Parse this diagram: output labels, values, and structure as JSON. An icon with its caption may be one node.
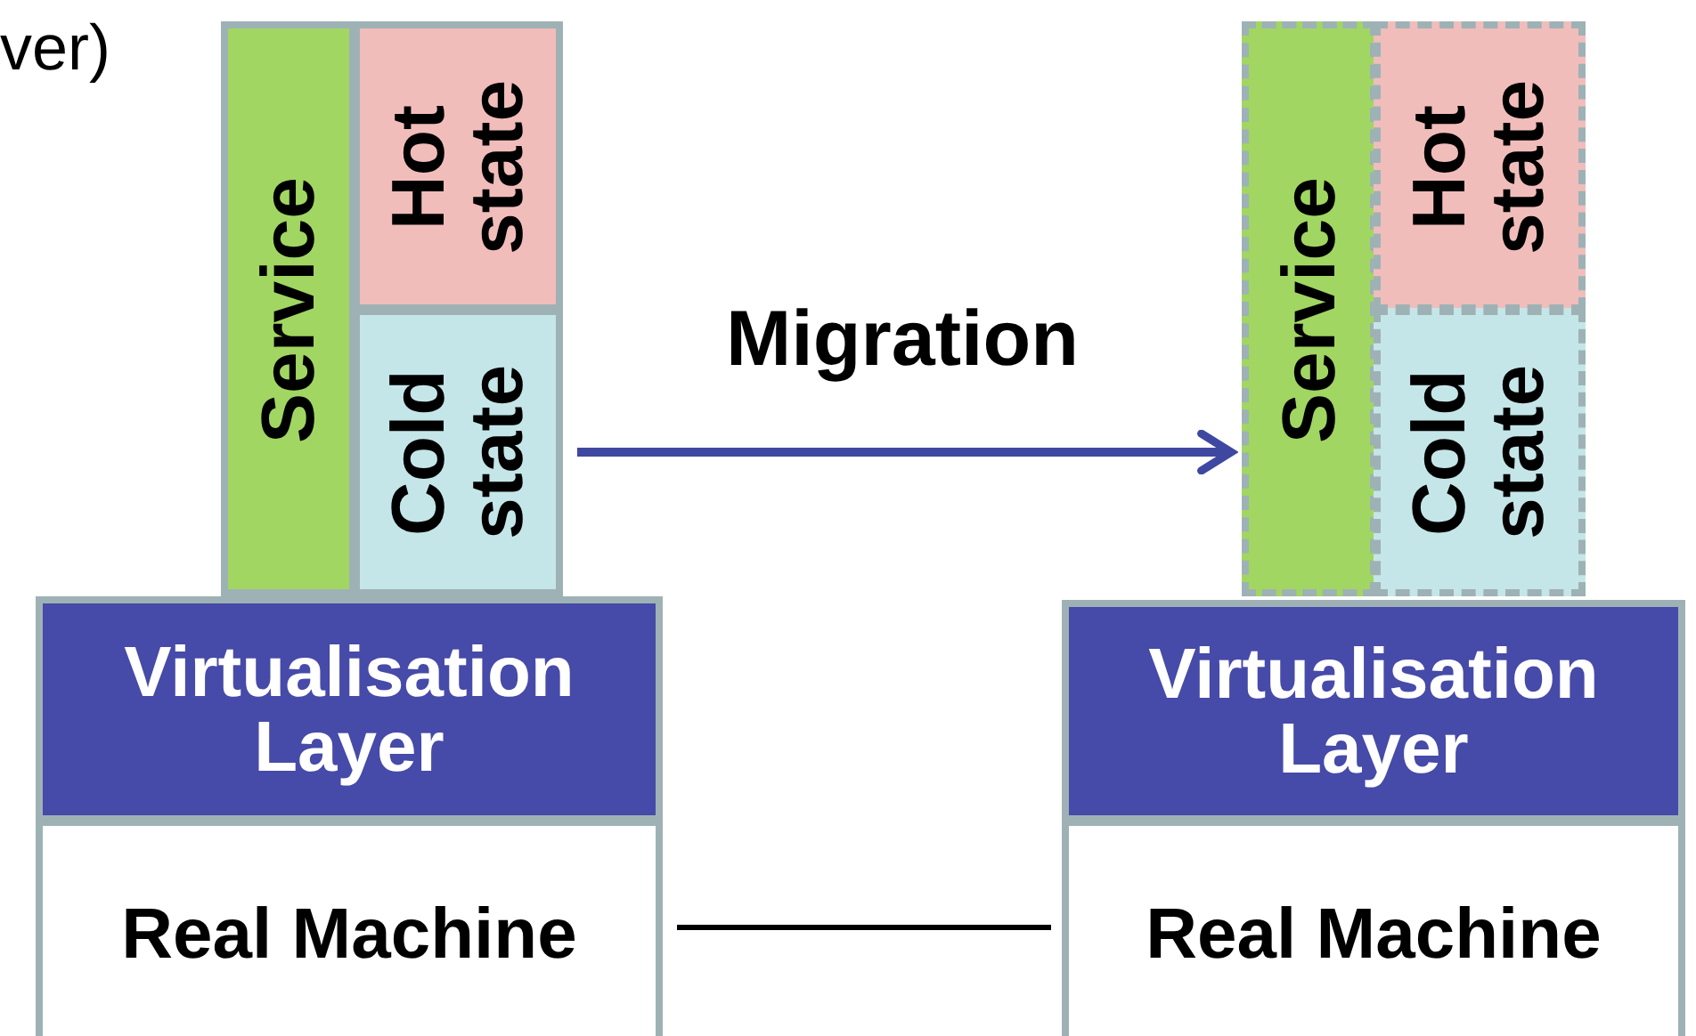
{
  "diagram": {
    "nodes": [
      {
        "text": [
          "Service"
        ]
      },
      {
        "text": [
          "Hot state"
        ]
      },
      {
        "text": [
          "Cold state"
        ]
      },
      {
        "text": [
          "Virtualisation Layer"
        ]
      },
      {
        "text": [
          "Real Machine"
        ]
      },
      {
        "text": [
          "Service"
        ]
      },
      {
        "text": [
          "Hot state"
        ]
      },
      {
        "text": [
          "Cold state"
        ]
      },
      {
        "text": [
          "Virtualisation Layer"
        ]
      },
      {
        "text": [
          "Real Machine"
        ]
      }
    ],
    "edges": [
      {
        "from": 2,
        "to": 5,
        "arrow": "to",
        "label": "Migration",
        "color": "#3f48a0"
      },
      {
        "from": 4,
        "to": 9,
        "arrow": "none",
        "color": "#000000"
      }
    ],
    "labels": [
      "ver)"
    ]
  }
}
